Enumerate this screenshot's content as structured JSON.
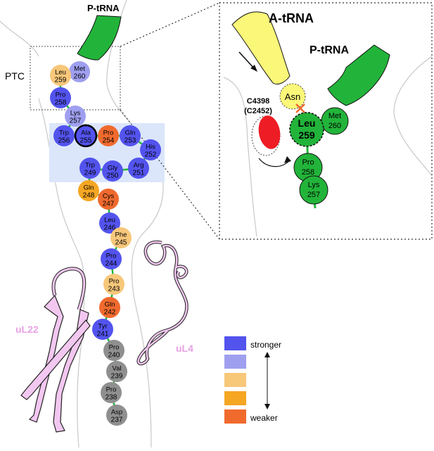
{
  "labels": {
    "ptc": "PTC",
    "p_trna": "P-tRNA",
    "ul22": "uL22",
    "ul4": "uL4"
  },
  "colors": {
    "stronger": "#5353ee",
    "medium": "#9f9ff0",
    "light_orange": "#f7c77a",
    "orange": "#f5a623",
    "red_orange": "#f06a2e",
    "gray": "#8f8f8f",
    "green": "#22b43a",
    "yellow": "#fbf779",
    "ribbon": "#f2c7f0",
    "highlight_box": "#dbe6fb"
  },
  "residues": [
    {
      "id": "met260",
      "name": "Met",
      "num": "260",
      "color": "medium"
    },
    {
      "id": "leu259",
      "name": "Leu",
      "num": "259",
      "color": "light_orange"
    },
    {
      "id": "pro258",
      "name": "Pro",
      "num": "258",
      "color": "stronger"
    },
    {
      "id": "lys257",
      "name": "Lys",
      "num": "257",
      "color": "medium"
    },
    {
      "id": "trp256",
      "name": "Trp",
      "num": "256",
      "color": "stronger"
    },
    {
      "id": "ala255",
      "name": "Ala",
      "num": "255",
      "color": "stronger",
      "outlined": true
    },
    {
      "id": "pro254",
      "name": "Pro",
      "num": "254",
      "color": "red_orange"
    },
    {
      "id": "gln253",
      "name": "Gln",
      "num": "253",
      "color": "stronger"
    },
    {
      "id": "his252",
      "name": "His",
      "num": "252",
      "color": "stronger"
    },
    {
      "id": "arg251",
      "name": "Arg",
      "num": "251",
      "color": "stronger"
    },
    {
      "id": "gly250",
      "name": "Gly",
      "num": "250",
      "color": "stronger"
    },
    {
      "id": "trp249",
      "name": "Trp",
      "num": "249",
      "color": "stronger"
    },
    {
      "id": "gln248",
      "name": "Gln",
      "num": "248",
      "color": "orange"
    },
    {
      "id": "cys247",
      "name": "Cys",
      "num": "247",
      "color": "red_orange"
    },
    {
      "id": "leu246",
      "name": "Leu",
      "num": "246",
      "color": "stronger"
    },
    {
      "id": "phe245",
      "name": "Phe",
      "num": "245",
      "color": "light_orange"
    },
    {
      "id": "pro244",
      "name": "Pro",
      "num": "244",
      "color": "stronger"
    },
    {
      "id": "pro243",
      "name": "Pro",
      "num": "243",
      "color": "light_orange"
    },
    {
      "id": "gln242",
      "name": "Gln",
      "num": "242",
      "color": "red_orange"
    },
    {
      "id": "tyr241",
      "name": "Tyr",
      "num": "241",
      "color": "stronger"
    },
    {
      "id": "pro240",
      "name": "Pro",
      "num": "240",
      "color": "gray"
    },
    {
      "id": "val239",
      "name": "Val",
      "num": "239",
      "color": "gray"
    },
    {
      "id": "pro238",
      "name": "Pro",
      "num": "238",
      "color": "gray"
    },
    {
      "id": "asp237",
      "name": "Asp",
      "num": "237",
      "color": "gray"
    }
  ],
  "legend": {
    "colors": [
      "stronger",
      "medium",
      "light_orange",
      "orange",
      "red_orange"
    ],
    "stronger_label": "stronger",
    "weaker_label": "weaker"
  },
  "inset": {
    "a_trna": "A-tRNA",
    "p_trna": "P-tRNA",
    "asn": "Asn",
    "c4398": "C4398",
    "c2452": "(C2452)",
    "leu_name": "Leu",
    "leu_num": "259",
    "met_name": "Met",
    "met_num": "260",
    "pro_name": "Pro",
    "pro_num": "258",
    "lys_name": "Lys",
    "lys_num": "257"
  }
}
